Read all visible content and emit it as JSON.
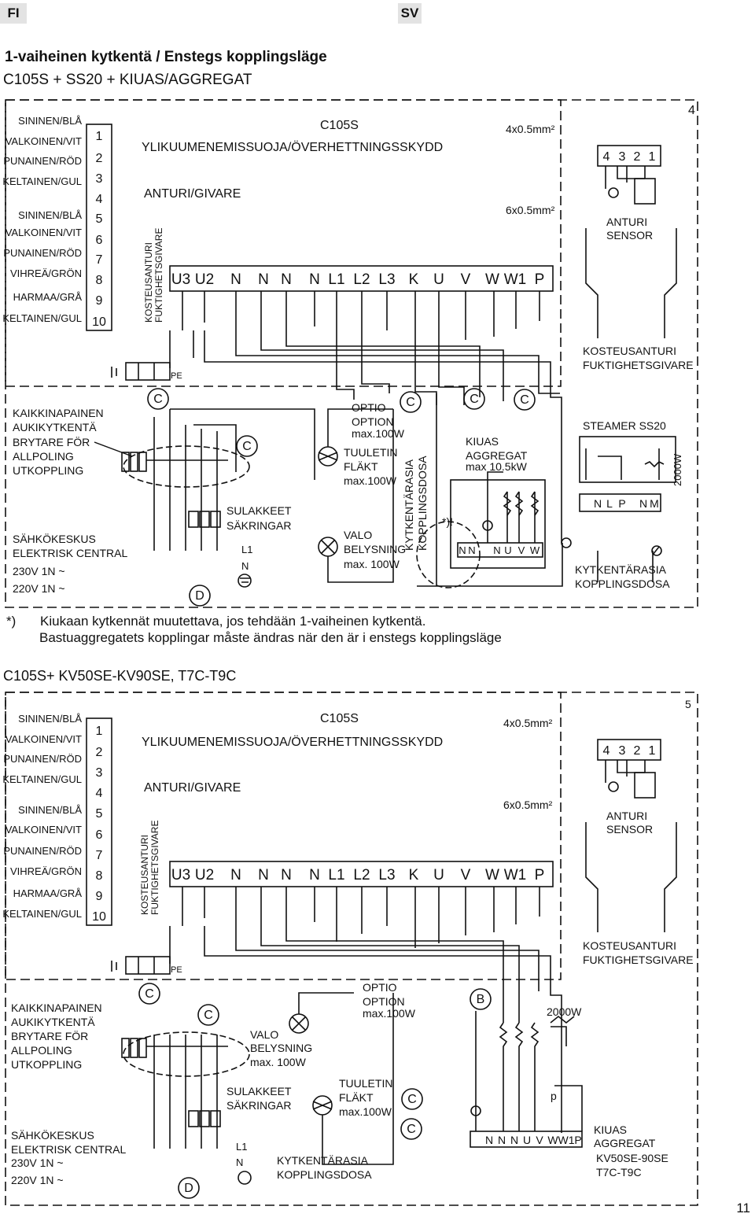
{
  "tabs": {
    "left": "FI",
    "right": "SV"
  },
  "diagram1": {
    "heading": "1-vaiheinen kytkentä  /  Enstegs kopplingsläge",
    "subheading": "C105S + SS20 + KIUAS/AGGREGAT",
    "number": "4",
    "model": "C105S",
    "overheat": "YLIKUUMENEMISSUOJA/ÖVERHETTNINGSSKYDD",
    "sensor": "ANTURI/GIVARE",
    "cable1": "4x0.5mm²",
    "cable2": "6x0.5mm²",
    "humidity_v1": "KOSTEUSANTURI",
    "humidity_v2": "FUKTIGHETSGIVARE",
    "terminals": [
      "U3",
      "U2",
      "N",
      "N",
      "N",
      "N",
      "L1",
      "L2",
      "L3",
      "K",
      "U",
      "V",
      "W",
      "W1",
      "P"
    ],
    "sensor_pins": [
      "4",
      "3",
      "2",
      "1"
    ],
    "sensor_label": [
      "ANTURI",
      "SENSOR"
    ],
    "humidity_label": [
      "KOSTEUSANTURI",
      "FUKTIGHETSGIVARE"
    ],
    "pe": "PE",
    "breaker": [
      "KAIKKINAPAINEN",
      "AUKIKYTKENTÄ",
      "BRYTARE FÖR",
      "ALLPOLING",
      "UTKOPPLING"
    ],
    "central": [
      "SÄHKÖKESKUS",
      "ELEKTRISK CENTRAL",
      "230V 1N ~",
      "220V 1N ~"
    ],
    "fuses": [
      "SULAKKEET",
      "SÄKRINGAR"
    ],
    "l1": "L1",
    "n": "N",
    "c": "C",
    "d": "D",
    "option": [
      "OPTIO",
      "OPTION",
      "max.100W"
    ],
    "fan": [
      "TUULETIN",
      "FLÄKT",
      "max.100W"
    ],
    "light": [
      "VALO",
      "BELYSNING",
      "max. 100W"
    ],
    "junction_v": [
      "KYTKENTÄRASIA",
      "KOPPLINGSDOSA"
    ],
    "star": "*)!",
    "heater": [
      "KIUAS",
      "AGGREGAT",
      "max 10.5kW"
    ],
    "heater_terms": [
      "N",
      "N",
      "N",
      "U",
      "V",
      "W"
    ],
    "steamer": "STEAMER SS20",
    "steamer_power": "2000W",
    "steamer_terms": [
      "N",
      "L",
      "P",
      "N",
      "M"
    ],
    "junction": [
      "KYTKENTÄRASIA",
      "KOPPLINGSDOSA"
    ]
  },
  "wire_colors": [
    {
      "num": "",
      "label": "SININEN/BLÅ"
    },
    {
      "num": "1",
      "label": "VALKOINEN/VIT"
    },
    {
      "num": "2",
      "label": "PUNAINEN/RÖD"
    },
    {
      "num": "3",
      "label": "KELTAINEN/GUL"
    },
    {
      "num": "4",
      "label": ""
    },
    {
      "num": "5",
      "label": "SININEN/BLÅ"
    },
    {
      "num": "6",
      "label": "VALKOINEN/VIT"
    },
    {
      "num": "7",
      "label": "PUNAINEN/RÖD"
    },
    {
      "num": "8",
      "label": "VIHREÄ/GRÖN"
    },
    {
      "num": "9",
      "label": "HARMAA/GRÅ"
    },
    {
      "num": "10",
      "label": "KELTAINEN/GUL"
    }
  ],
  "footnote": {
    "marker": "*)",
    "line1": "Kiukaan kytkennät muutettava, jos tehdään 1-vaiheinen kytkentä.",
    "line2": "Bastuaggregatets kopplingar måste ändras när den är i enstegs kopplingsläge"
  },
  "diagram2": {
    "heading": "C105S+ KV50SE-KV90SE, T7C-T9C",
    "number": "5",
    "b": "B",
    "heater_power": "2000W",
    "heater_terms": [
      "N",
      "N",
      "N",
      "U",
      "V",
      "W",
      "W1",
      "P"
    ],
    "heater_label": [
      "KIUAS",
      "AGGREGAT",
      "KV50SE-90SE",
      "T7C-T9C"
    ],
    "p": "p"
  },
  "page_number": "11"
}
